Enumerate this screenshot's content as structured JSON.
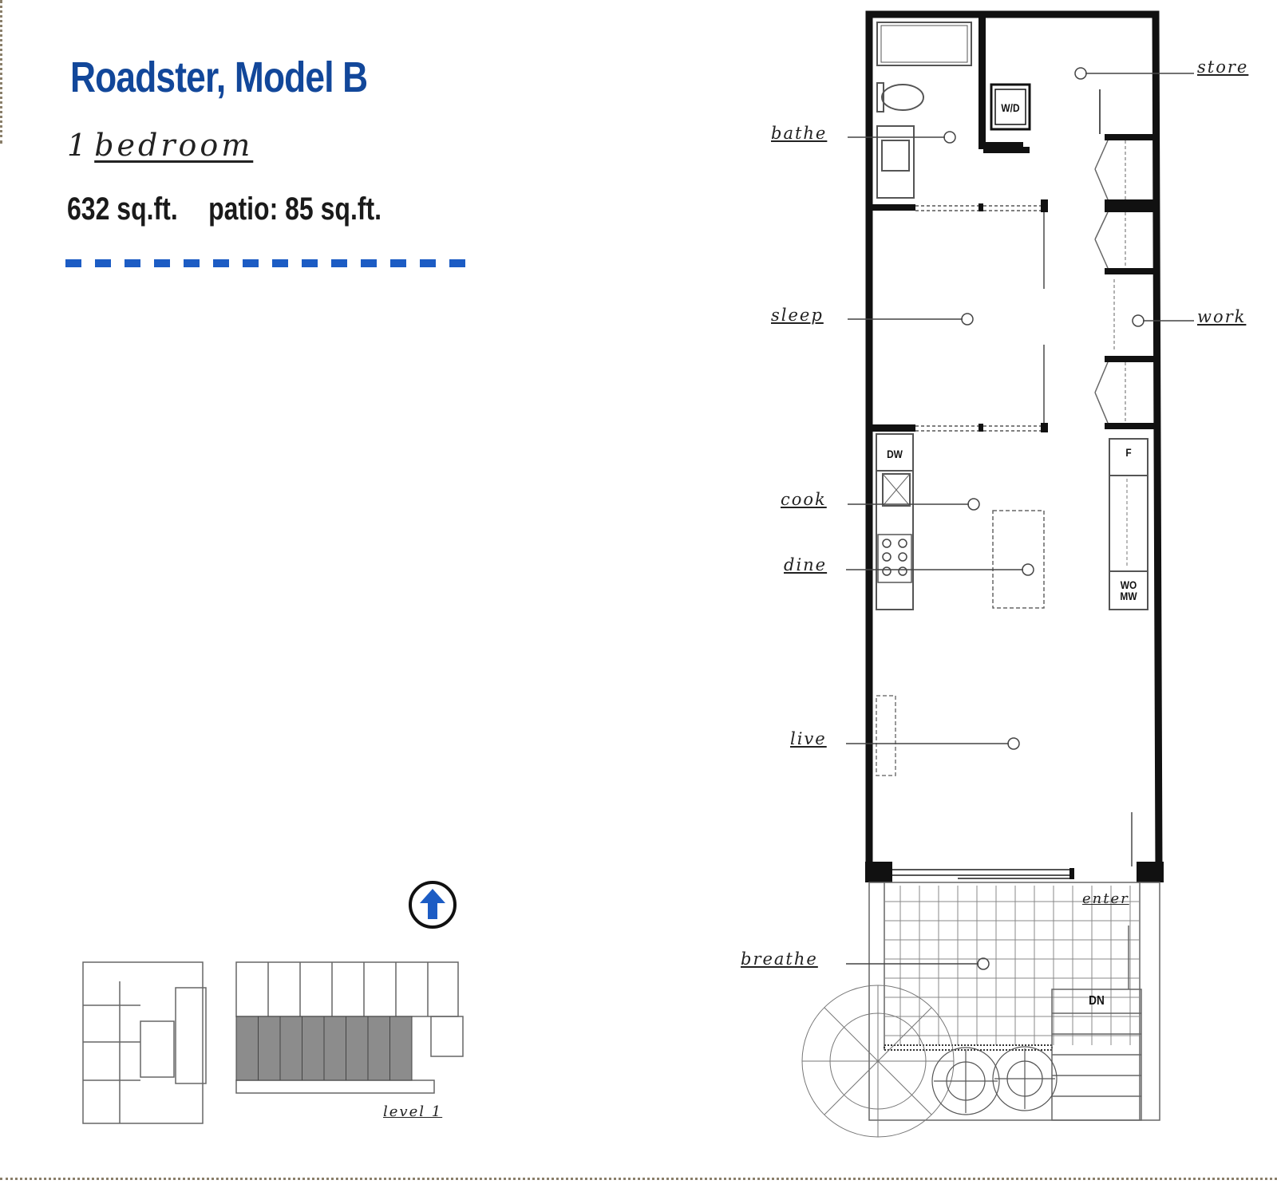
{
  "header": {
    "model_name": "Roadster, Model B",
    "bedroom_count": "1",
    "bedroom_word": "bedroom",
    "interior_area": "632 sq.ft.",
    "patio_area": "patio: 85 sq.ft."
  },
  "rooms": {
    "store": "store",
    "bathe": "bathe",
    "sleep": "sleep",
    "work": "work",
    "cook": "cook",
    "dine": "dine",
    "live": "live",
    "enter": "enter",
    "breathe": "breathe"
  },
  "appliances": {
    "washer_dryer": "W/D",
    "dishwasher": "DW",
    "fridge": "F",
    "wall_oven_line1": "WO",
    "wall_oven_line2": "MW",
    "patio_direction": "DN"
  },
  "keyplan": {
    "level_label": "level 1",
    "north_icon": "north-arrow-icon"
  },
  "colors": {
    "brand_blue": "#12479a",
    "dash_blue": "#1c5cc4",
    "keyplan_highlight": "#8c8c8c",
    "wall": "#111111"
  }
}
